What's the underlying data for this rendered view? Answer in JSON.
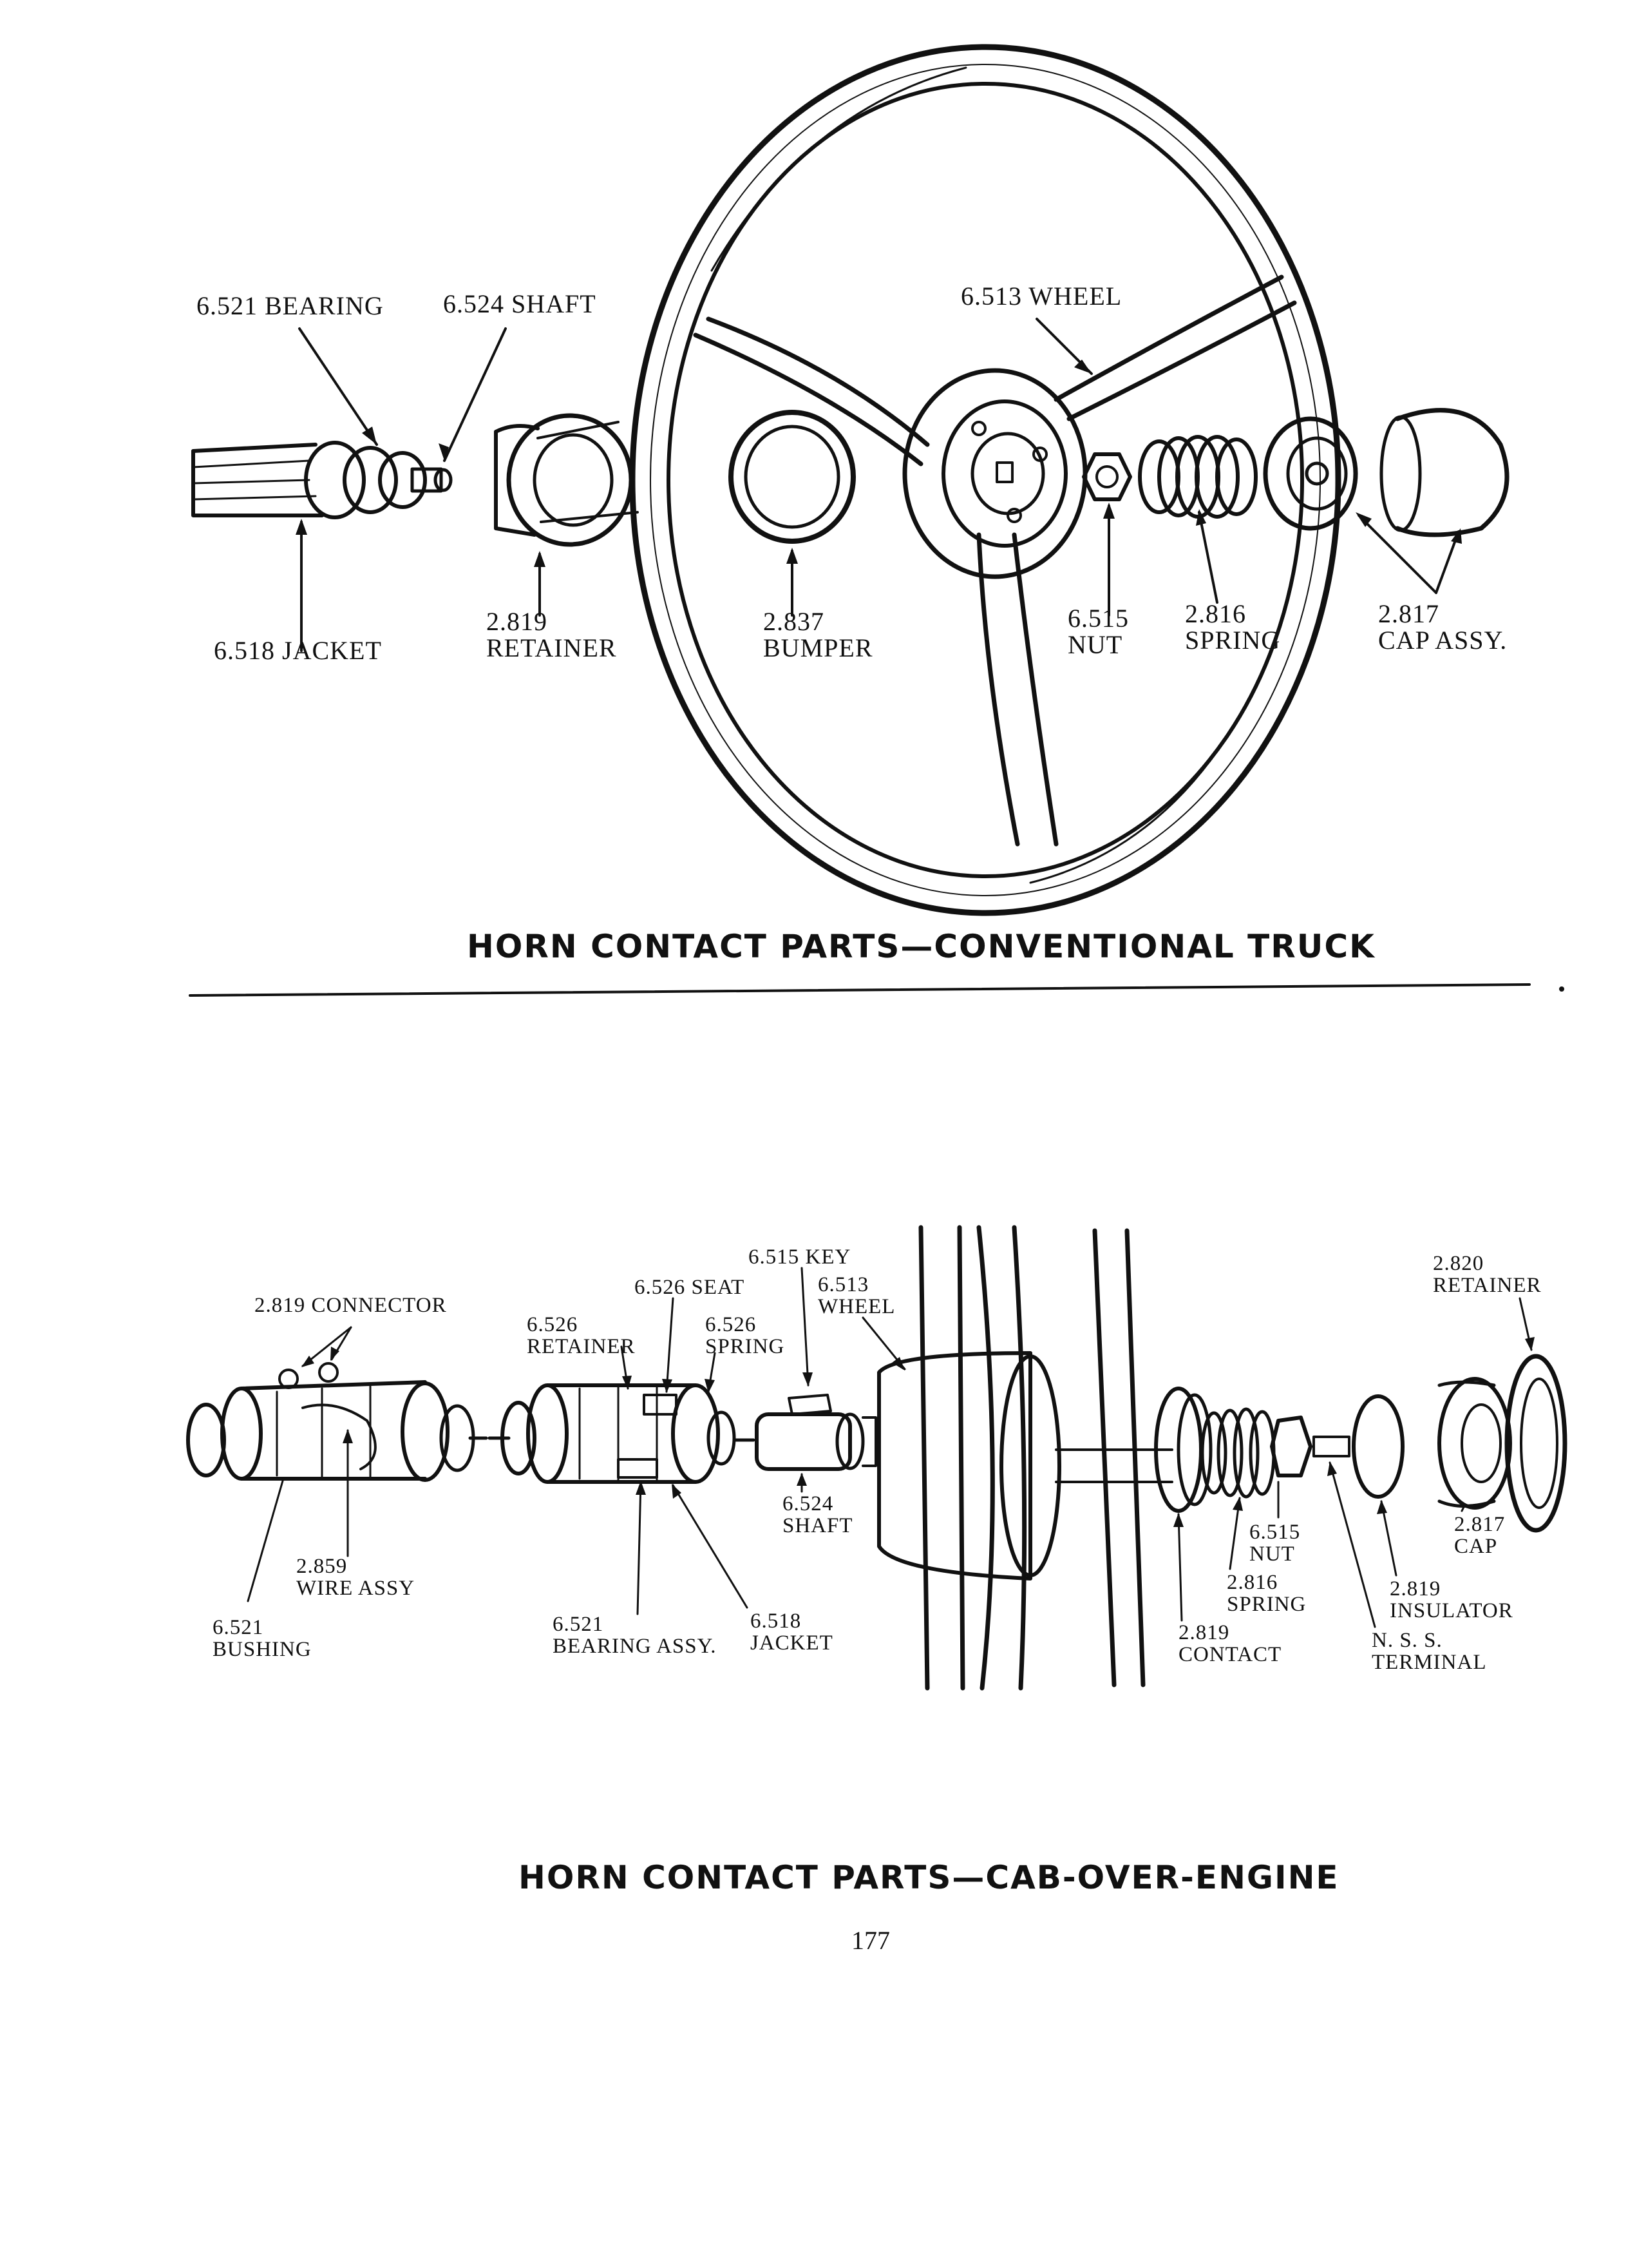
{
  "top": {
    "title": "HORN CONTACT PARTS—CONVENTIONAL TRUCK",
    "labels": {
      "bearing": "6.521 BEARING",
      "shaft": "6.524 SHAFT",
      "wheel": "6.513 WHEEL",
      "jacket": "6.518 JACKET",
      "retainer": "2.819\nRETAINER",
      "bumper": "2.837\nBUMPER",
      "nut": "6.515\nNUT",
      "spring": "2.816\nSPRING",
      "cap": "2.817\nCAP ASSY."
    }
  },
  "bottom": {
    "title": "HORN CONTACT PARTS—CAB-OVER-ENGINE",
    "labels": {
      "key": "6.515 KEY",
      "seat": "6.526 SEAT",
      "wheel": "6.513\nWHEEL",
      "connector": "2.819 CONNECTOR",
      "retainer626": "6.526\nRETAINER",
      "spring626": "6.526\nSPRING",
      "retainer820": "2.820\nRETAINER",
      "shaft": "6.524\nSHAFT",
      "wire": "2.859\nWIRE ASSY",
      "bushing": "6.521\nBUSHING",
      "bearing": "6.521\nBEARING ASSY.",
      "jacket": "6.518\nJACKET",
      "contact": "2.819\nCONTACT",
      "spring816": "2.816\nSPRING",
      "nut": "6.515\nNUT",
      "terminal": "N. S. S.\nTERMINAL",
      "insulator": "2.819\nINSULATOR",
      "cap": "2.817\nCAP"
    }
  },
  "page_number": "177"
}
